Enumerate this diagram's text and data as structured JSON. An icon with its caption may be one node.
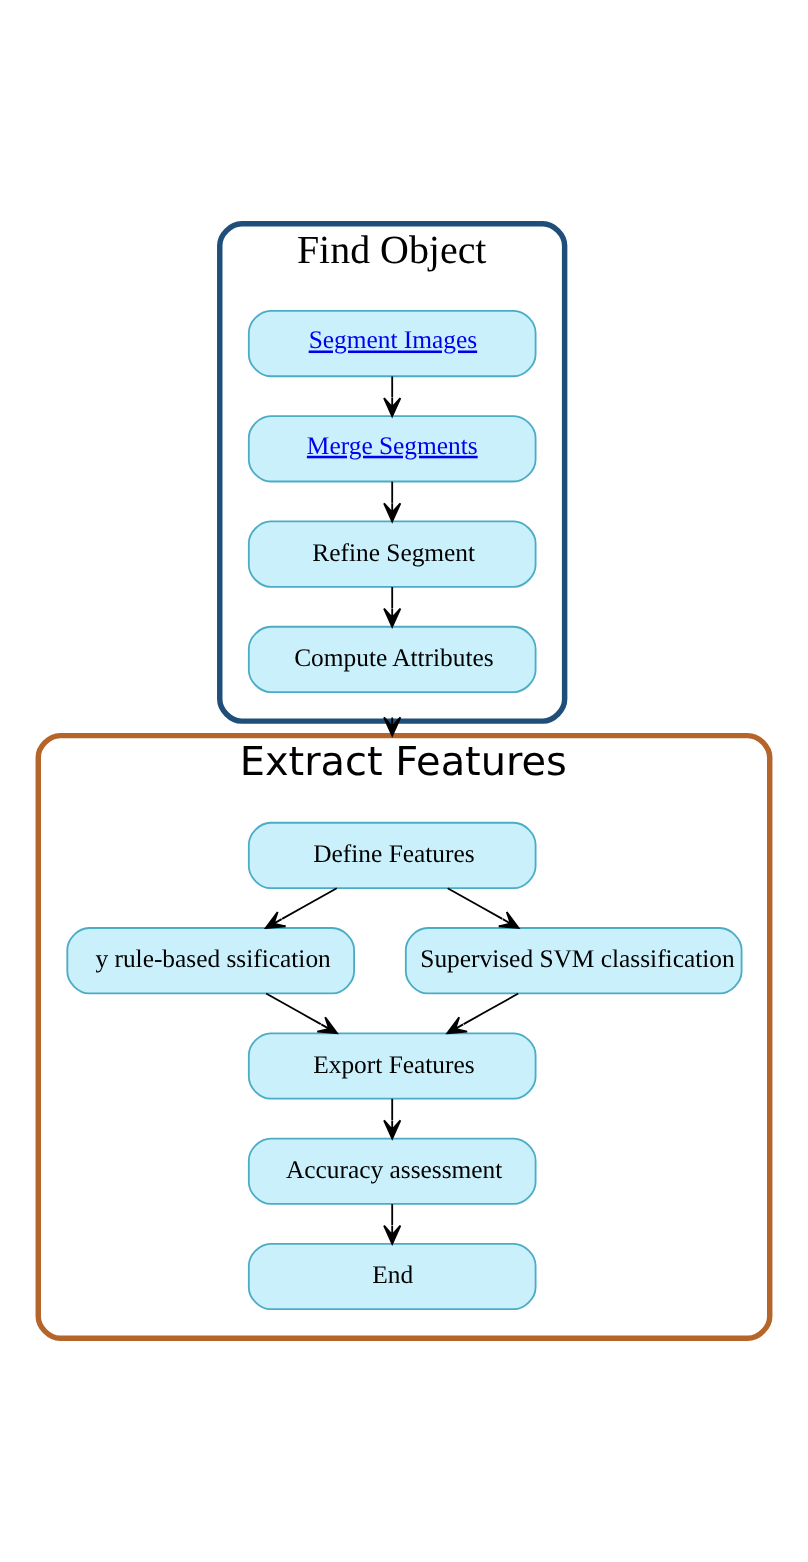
{
  "diagram": {
    "nodes": [
      {
        "text": [
          "Find Object"
        ]
      },
      {
        "text": [
          "Segment Images"
        ],
        "in": 0
      },
      {
        "text": [
          "Merge Segments"
        ],
        "in": 0
      },
      {
        "text": [
          "Refine Segment"
        ],
        "in": 0
      },
      {
        "text": [
          "Compute Attributes"
        ],
        "in": 0
      },
      {
        "text": [
          "Extract Features"
        ]
      },
      {
        "text": [
          "Define Features"
        ],
        "in": 5
      },
      {
        "text": [
          "y rule-based ssification"
        ],
        "in": 5
      },
      {
        "text": [
          "Supervised SVM classification"
        ],
        "in": 5
      },
      {
        "text": [
          "Export Features"
        ],
        "in": 5
      },
      {
        "text": [
          "Accuracy assessment"
        ],
        "in": 5
      },
      {
        "text": [
          "End"
        ],
        "in": 5
      }
    ],
    "edges": [
      {
        "from": 1,
        "to": 2,
        "arrow": "to"
      },
      {
        "from": 2,
        "to": 3,
        "arrow": "to"
      },
      {
        "from": 3,
        "to": 4,
        "arrow": "to"
      },
      {
        "from": 0,
        "to": 5,
        "arrow": "to"
      },
      {
        "from": 6,
        "to": 7,
        "arrow": "to"
      },
      {
        "from": 6,
        "to": 8,
        "arrow": "to"
      },
      {
        "from": 7,
        "to": 9,
        "arrow": "to"
      },
      {
        "from": 8,
        "to": 9,
        "arrow": "to"
      },
      {
        "from": 9,
        "to": 10,
        "arrow": "to"
      },
      {
        "from": 10,
        "to": 11,
        "arrow": "to"
      }
    ]
  }
}
